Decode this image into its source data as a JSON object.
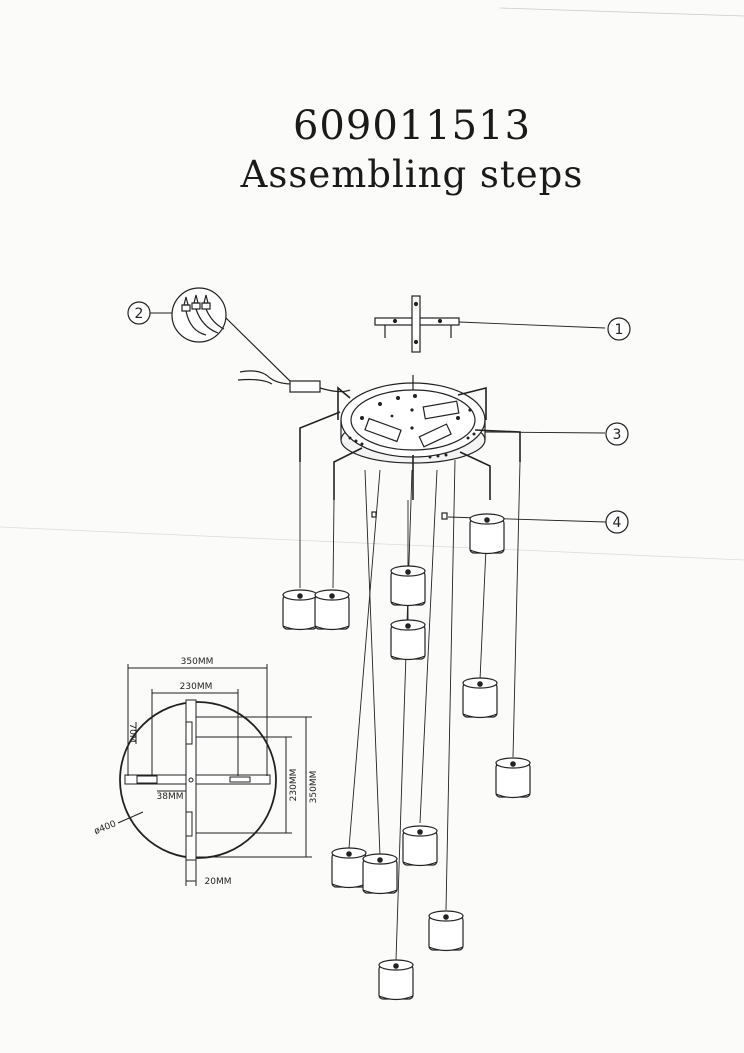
{
  "document": {
    "model_number": "609011513",
    "subtitle": "Assembling steps"
  },
  "callouts": [
    "1",
    "2",
    "3",
    "4"
  ],
  "dimensions": {
    "width_350": "350MM",
    "width_230": "230MM",
    "height_350": "350MM",
    "height_230": "230MM",
    "slot_70": "70M",
    "slot_38": "38MM",
    "bracket_20": "20MM",
    "diameter": "ø400"
  },
  "colors": {
    "ink": "#222222",
    "paper": "#fbfbfa",
    "shade": "#cfcfcf"
  }
}
